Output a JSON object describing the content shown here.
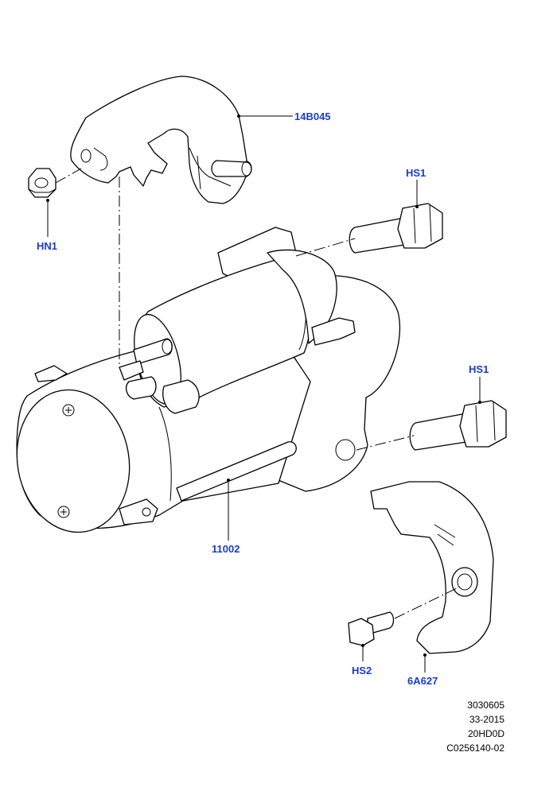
{
  "callouts": {
    "heat_shield_top": "14B045",
    "nut": "HN1",
    "bolt_upper": "HS1",
    "bolt_lower": "HS1",
    "starter": "11002",
    "screw": "HS2",
    "heat_shield_bottom": "6A627"
  },
  "reference": {
    "line1": "3030605",
    "line2": "33-2015",
    "line3": "20HD0D",
    "line4": "C0256140-02"
  },
  "colors": {
    "callout_text": "#1a3ccc",
    "line_art": "#000000",
    "background": "#ffffff"
  }
}
